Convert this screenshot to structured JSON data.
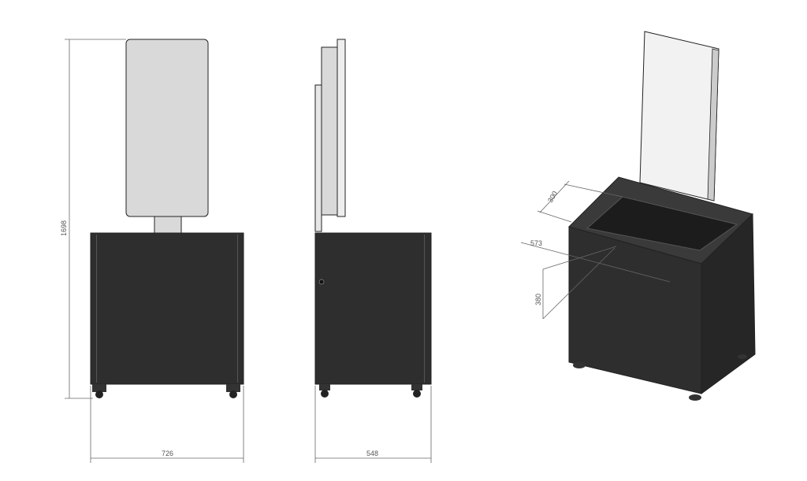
{
  "drawing": {
    "front_view": {
      "height_label": "1698",
      "width_label": "726"
    },
    "side_view": {
      "depth_label": "548"
    },
    "iso_view": {
      "label_a": "300",
      "label_b": "573",
      "label_c": "380"
    },
    "colors": {
      "body": "#2e2e2e",
      "panel": "#d9d9d9",
      "line": "#666666"
    }
  }
}
